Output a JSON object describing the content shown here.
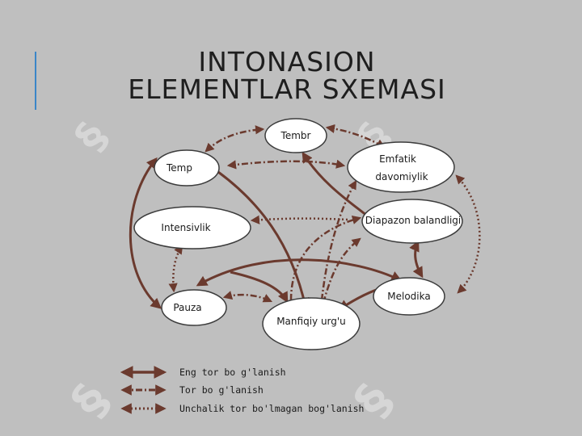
{
  "slide": {
    "title_line1": "INTONASION",
    "title_line2": "ELEMENTLAR SXEMASI"
  },
  "nodes": {
    "tembr": "Tembr",
    "temp": "Temp",
    "emfatik_line1": "Emfatik",
    "emfatik_line2": "davomiylik",
    "diapazon": "Diapazon balandligi",
    "intensivlik": "Intensivlik",
    "pauza": "Pauza",
    "melodika": "Melodika",
    "manfiqiy": "Manfiqiy urg'u"
  },
  "legend": {
    "strong": "Eng tor bo g'lanish",
    "medium": "Tor bo g'lanish",
    "weak": "Unchalik tor bo'lmagan bog'lanish"
  },
  "colors": {
    "arrow": "#6b3a2e",
    "node_fill": "#ffffff",
    "node_stroke": "#3c3c3c",
    "accent": "#3a86c8",
    "background": "#bfbfbf"
  }
}
